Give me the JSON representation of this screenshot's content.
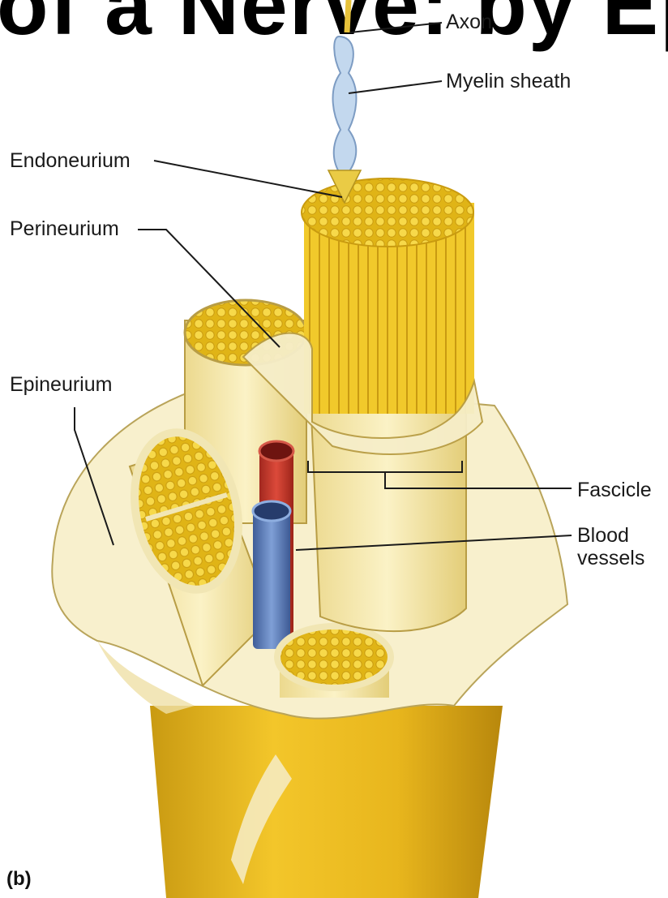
{
  "header_fragment": "of a Nerve: by Ep Peri",
  "panel_label": "(b)",
  "labels": {
    "axon": "Axon",
    "myelin": "Myelin sheath",
    "endoneurium": "Endoneurium",
    "perineurium": "Perineurium",
    "epineurium": "Epineurium",
    "fascicle": "Fascicle",
    "blood_line1": "Blood",
    "blood_line2": "vessels"
  },
  "colors": {
    "fascicle_yellow": "#f2c92a",
    "sheath_cream": "#f7f0c9",
    "artery_red": "#c8372b",
    "vein_blue": "#5576b8",
    "myelin_blue": "#b9d0ea"
  }
}
